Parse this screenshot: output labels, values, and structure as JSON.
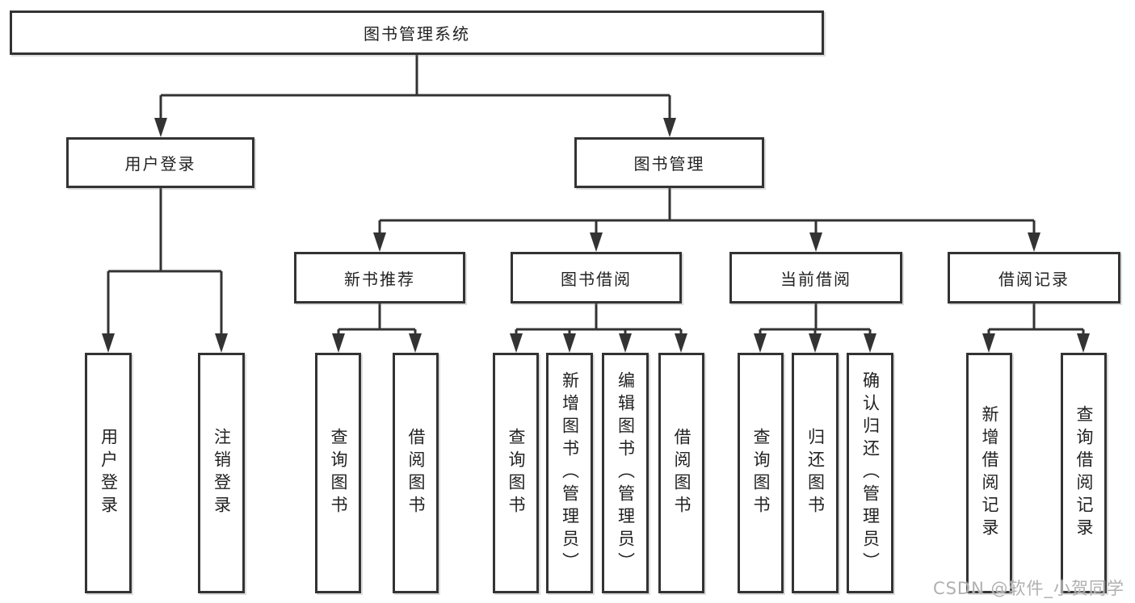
{
  "diagram": {
    "type": "tree-structure-chart",
    "root_label": "图书管理系统"
  },
  "colors": {
    "line": "#333333",
    "box_border": "#333333",
    "box_fill": "#ffffff",
    "text": "#222222",
    "watermark": "#b0b0b0",
    "background": "#ffffff"
  },
  "nodes": {
    "root": {
      "label": "图书管理系统"
    },
    "userLoginBranch": {
      "label": "用户登录"
    },
    "bookMgmtBranch": {
      "label": "图书管理"
    },
    "newBookRec": {
      "label": "新书推荐"
    },
    "bookBorrow": {
      "label": "图书借阅"
    },
    "currentBorrow": {
      "label": "当前借阅"
    },
    "borrowRecords": {
      "label": "借阅记录"
    },
    "userLogin": {
      "label": "用户登录"
    },
    "logout": {
      "label": "注销登录"
    },
    "nbrQueryBooks": {
      "label": "查询图书"
    },
    "nbrBorrowBooks": {
      "label": "借阅图书"
    },
    "bbQueryBooks": {
      "label": "查询图书"
    },
    "bbAddBooks": {
      "label": "新增图书（管理员）"
    },
    "bbEditBooks": {
      "label": "编辑图书（管理员）"
    },
    "bbBorrowBooks": {
      "label": "借阅图书"
    },
    "cbQueryBooks": {
      "label": "查询图书"
    },
    "cbReturnBooks": {
      "label": "归还图书"
    },
    "cbConfirmReturn": {
      "label": "确认归还（管理员）"
    },
    "brAddRecord": {
      "label": "新增借阅记录"
    },
    "brQueryRecord": {
      "label": "查询借阅记录"
    }
  },
  "tree": {
    "root": "图书管理系统",
    "children": [
      {
        "label": "用户登录",
        "children": [
          "用户登录",
          "注销登录"
        ]
      },
      {
        "label": "图书管理",
        "children": [
          {
            "label": "新书推荐",
            "children": [
              "查询图书",
              "借阅图书"
            ]
          },
          {
            "label": "图书借阅",
            "children": [
              "查询图书",
              "新增图书（管理员）",
              "编辑图书（管理员）",
              "借阅图书"
            ]
          },
          {
            "label": "当前借阅",
            "children": [
              "查询图书",
              "归还图书",
              "确认归还（管理员）"
            ]
          },
          {
            "label": "借阅记录",
            "children": [
              "新增借阅记录",
              "查询借阅记录"
            ]
          }
        ]
      }
    ]
  },
  "watermark": {
    "text": "CSDN @软件_小贺同学"
  }
}
